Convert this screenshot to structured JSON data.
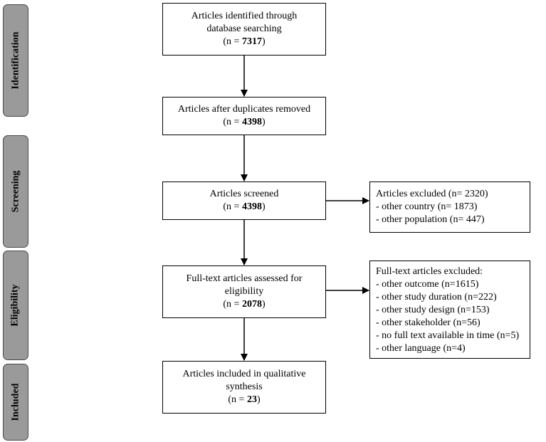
{
  "phases": [
    "Identification",
    "Screening",
    "Eligibility",
    "Included"
  ],
  "boxes": {
    "identified": {
      "lines": [
        "Articles identified through",
        "database searching"
      ],
      "count_prefix": "(n = ",
      "count": "7317",
      "count_suffix": ")"
    },
    "duplicates": {
      "lines": [
        "Articles after duplicates removed"
      ],
      "count_prefix": "(n = ",
      "count": "4398",
      "count_suffix": ")"
    },
    "screened": {
      "lines": [
        "Articles screened"
      ],
      "count_prefix": "(n = ",
      "count": "4398",
      "count_suffix": ")"
    },
    "fulltext": {
      "lines": [
        "Full-text articles assessed for",
        "eligibility"
      ],
      "count_prefix": "(n = ",
      "count": "2078",
      "count_suffix": ")"
    },
    "included": {
      "lines": [
        "Articles included in qualitative",
        "synthesis"
      ],
      "count_prefix": "(n = ",
      "count": "23",
      "count_suffix": ")"
    }
  },
  "excluded_screening": {
    "title": "Articles excluded  (n= 2320)",
    "items": [
      "- other country (n= 1873)",
      "- other population (n= 447)"
    ]
  },
  "excluded_fulltext": {
    "title": "Full-text articles excluded:",
    "items": [
      "- other outcome (n=1615)",
      "- other study duration (n=222)",
      "- other study design (n=153)",
      "- other stakeholder (n=56)",
      "- no full text available in time (n=5)",
      "- other language (n=4)"
    ]
  }
}
